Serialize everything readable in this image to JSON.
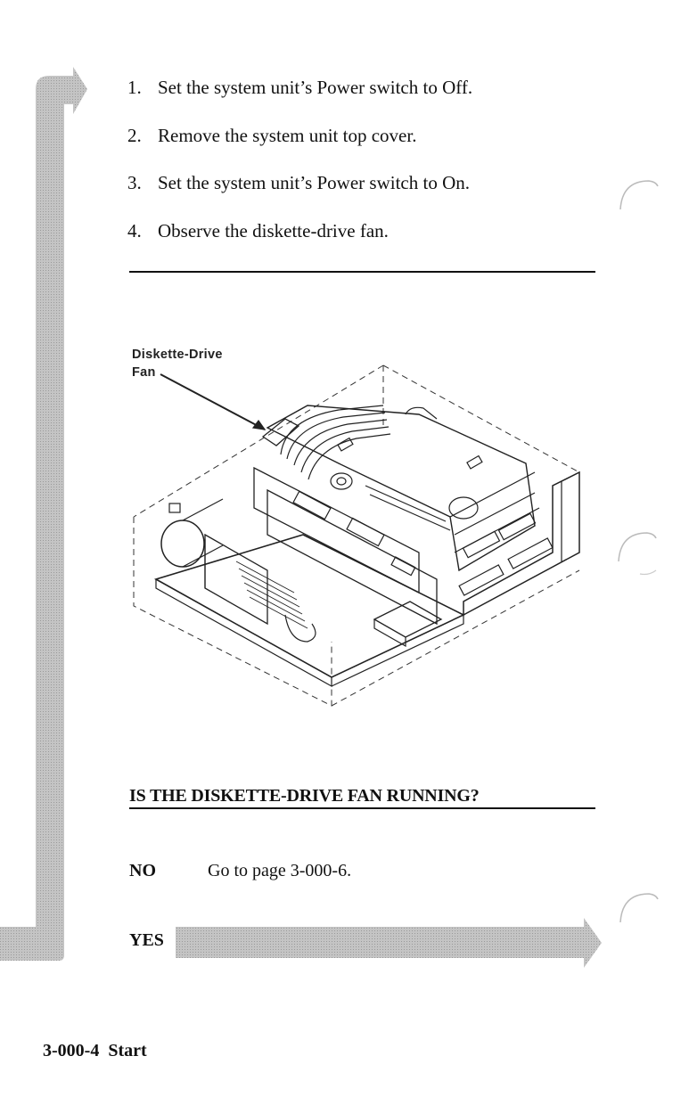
{
  "colors": {
    "flow_arrow": "#b9b9b9",
    "text": "#111111",
    "paper": "#ffffff"
  },
  "steps": [
    {
      "number": "1.",
      "text": "Set the system unit’s Power switch to Off."
    },
    {
      "number": "2.",
      "text": "Remove the system unit top cover."
    },
    {
      "number": "3.",
      "text": "Set the system unit’s Power switch to On."
    },
    {
      "number": "4.",
      "text": "Observe the diskette-drive fan."
    }
  ],
  "figure": {
    "callout_line1": "Diskette-Drive",
    "callout_line2": "Fan"
  },
  "question": "IS THE DISKETTE-DRIVE FAN RUNNING?",
  "answers": {
    "no_key": "NO",
    "no_text": "Go to page 3-000-6.",
    "yes_key": "YES"
  },
  "footer": {
    "page_number": "3-000-4",
    "section": "Start"
  }
}
